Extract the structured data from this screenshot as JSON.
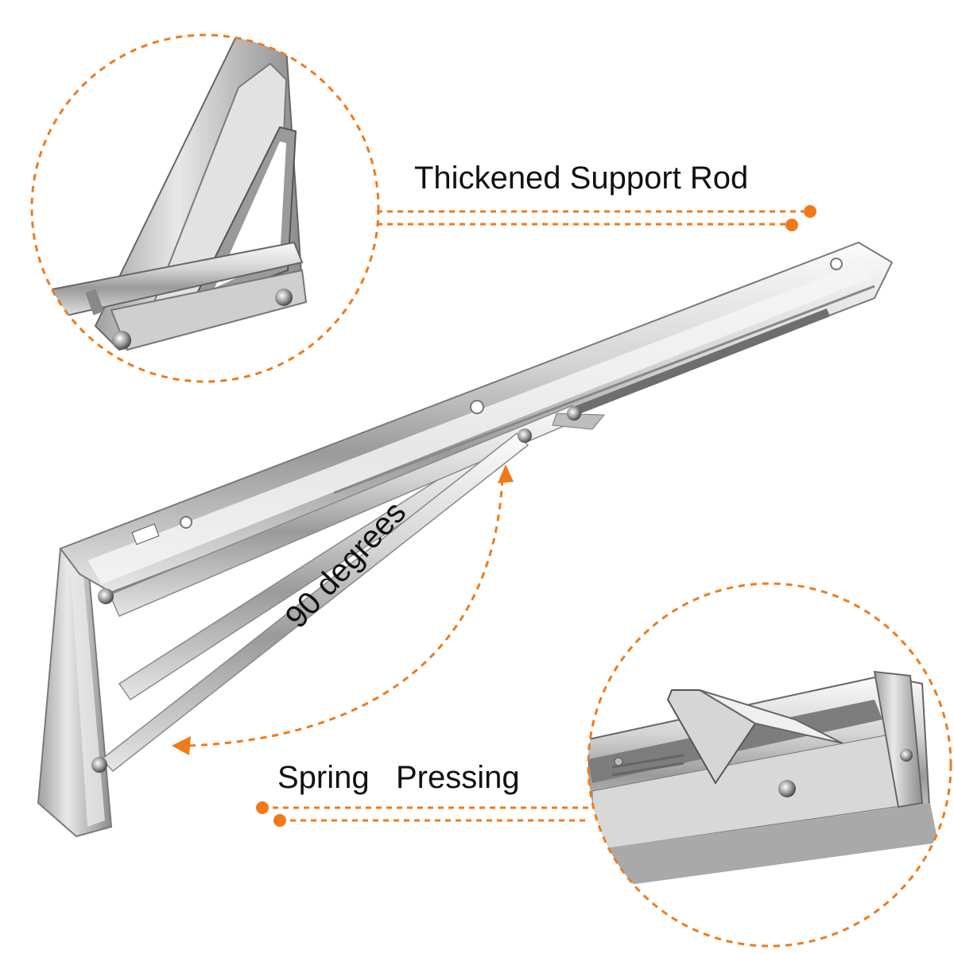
{
  "callouts": {
    "support_rod": "Thickened Support Rod",
    "angle": "90 degrees",
    "spring": "Spring   Pressing"
  },
  "colors": {
    "accent": "#F07A1A",
    "steel_light": "#F2F2F2",
    "steel_mid": "#C9C9C9",
    "steel_dark": "#8A8A8A"
  },
  "icons": {
    "detail_top": "triangle-bracket-closeup",
    "detail_bottom": "spring-latch-closeup"
  }
}
